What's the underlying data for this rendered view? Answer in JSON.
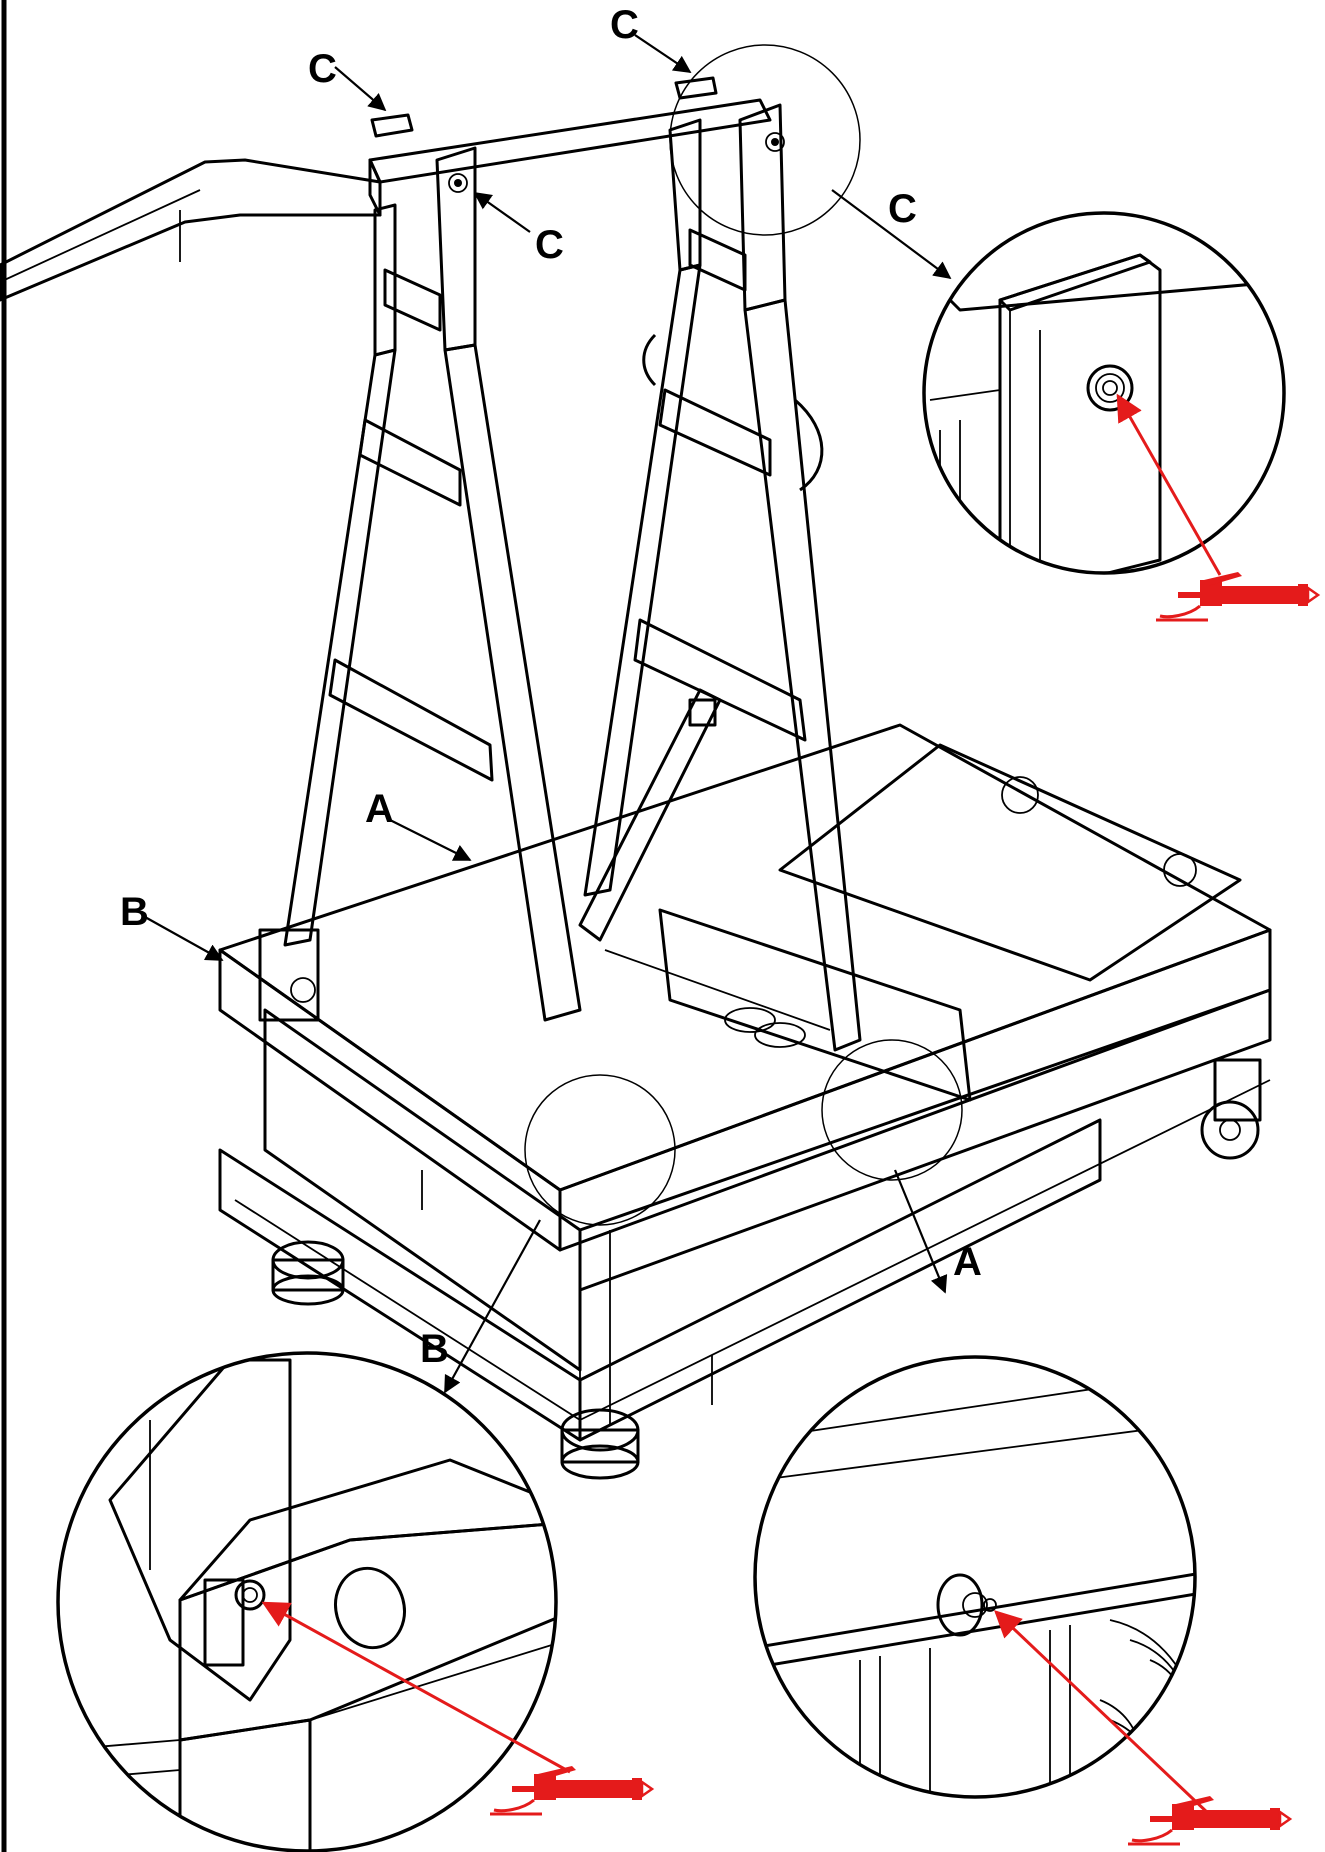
{
  "labels": {
    "c_top_left": "C",
    "c_top_right": "C",
    "c_beam_end": "C",
    "c_detail": "C",
    "a_upper": "A",
    "a_lower": "A",
    "b_upper": "B",
    "b_lower": "B"
  },
  "colors": {
    "line": "#000000",
    "grease_gun": "#e41b1b",
    "background": "#ffffff"
  },
  "icons": {
    "grease_gun": "grease-gun-icon",
    "grease_fitting": "grease-nipple-icon"
  }
}
